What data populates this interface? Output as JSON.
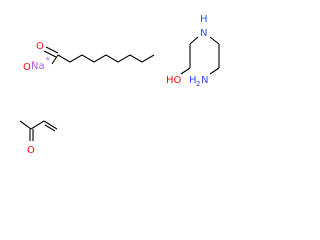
{
  "molecules": {
    "heptanoate": {
      "carbonyl_o_label": "O",
      "anion_o_label": "O",
      "anion_charge": "-",
      "sodium_label": "Na",
      "sodium_charge": "+"
    },
    "aminoethylaminoethanol": {
      "nh_label": "H",
      "nh_n_label": "N",
      "oh_label": "HO",
      "nh2_label": "H",
      "nh2_sub": "2",
      "nh2_n_label": "N"
    },
    "butenone": {
      "carbonyl_o_label": "O"
    }
  },
  "colors": {
    "carbon": "#000000",
    "oxygen": "#ff0d0d",
    "nitrogen": "#3050f8",
    "sodium": "#ab5cf2"
  }
}
